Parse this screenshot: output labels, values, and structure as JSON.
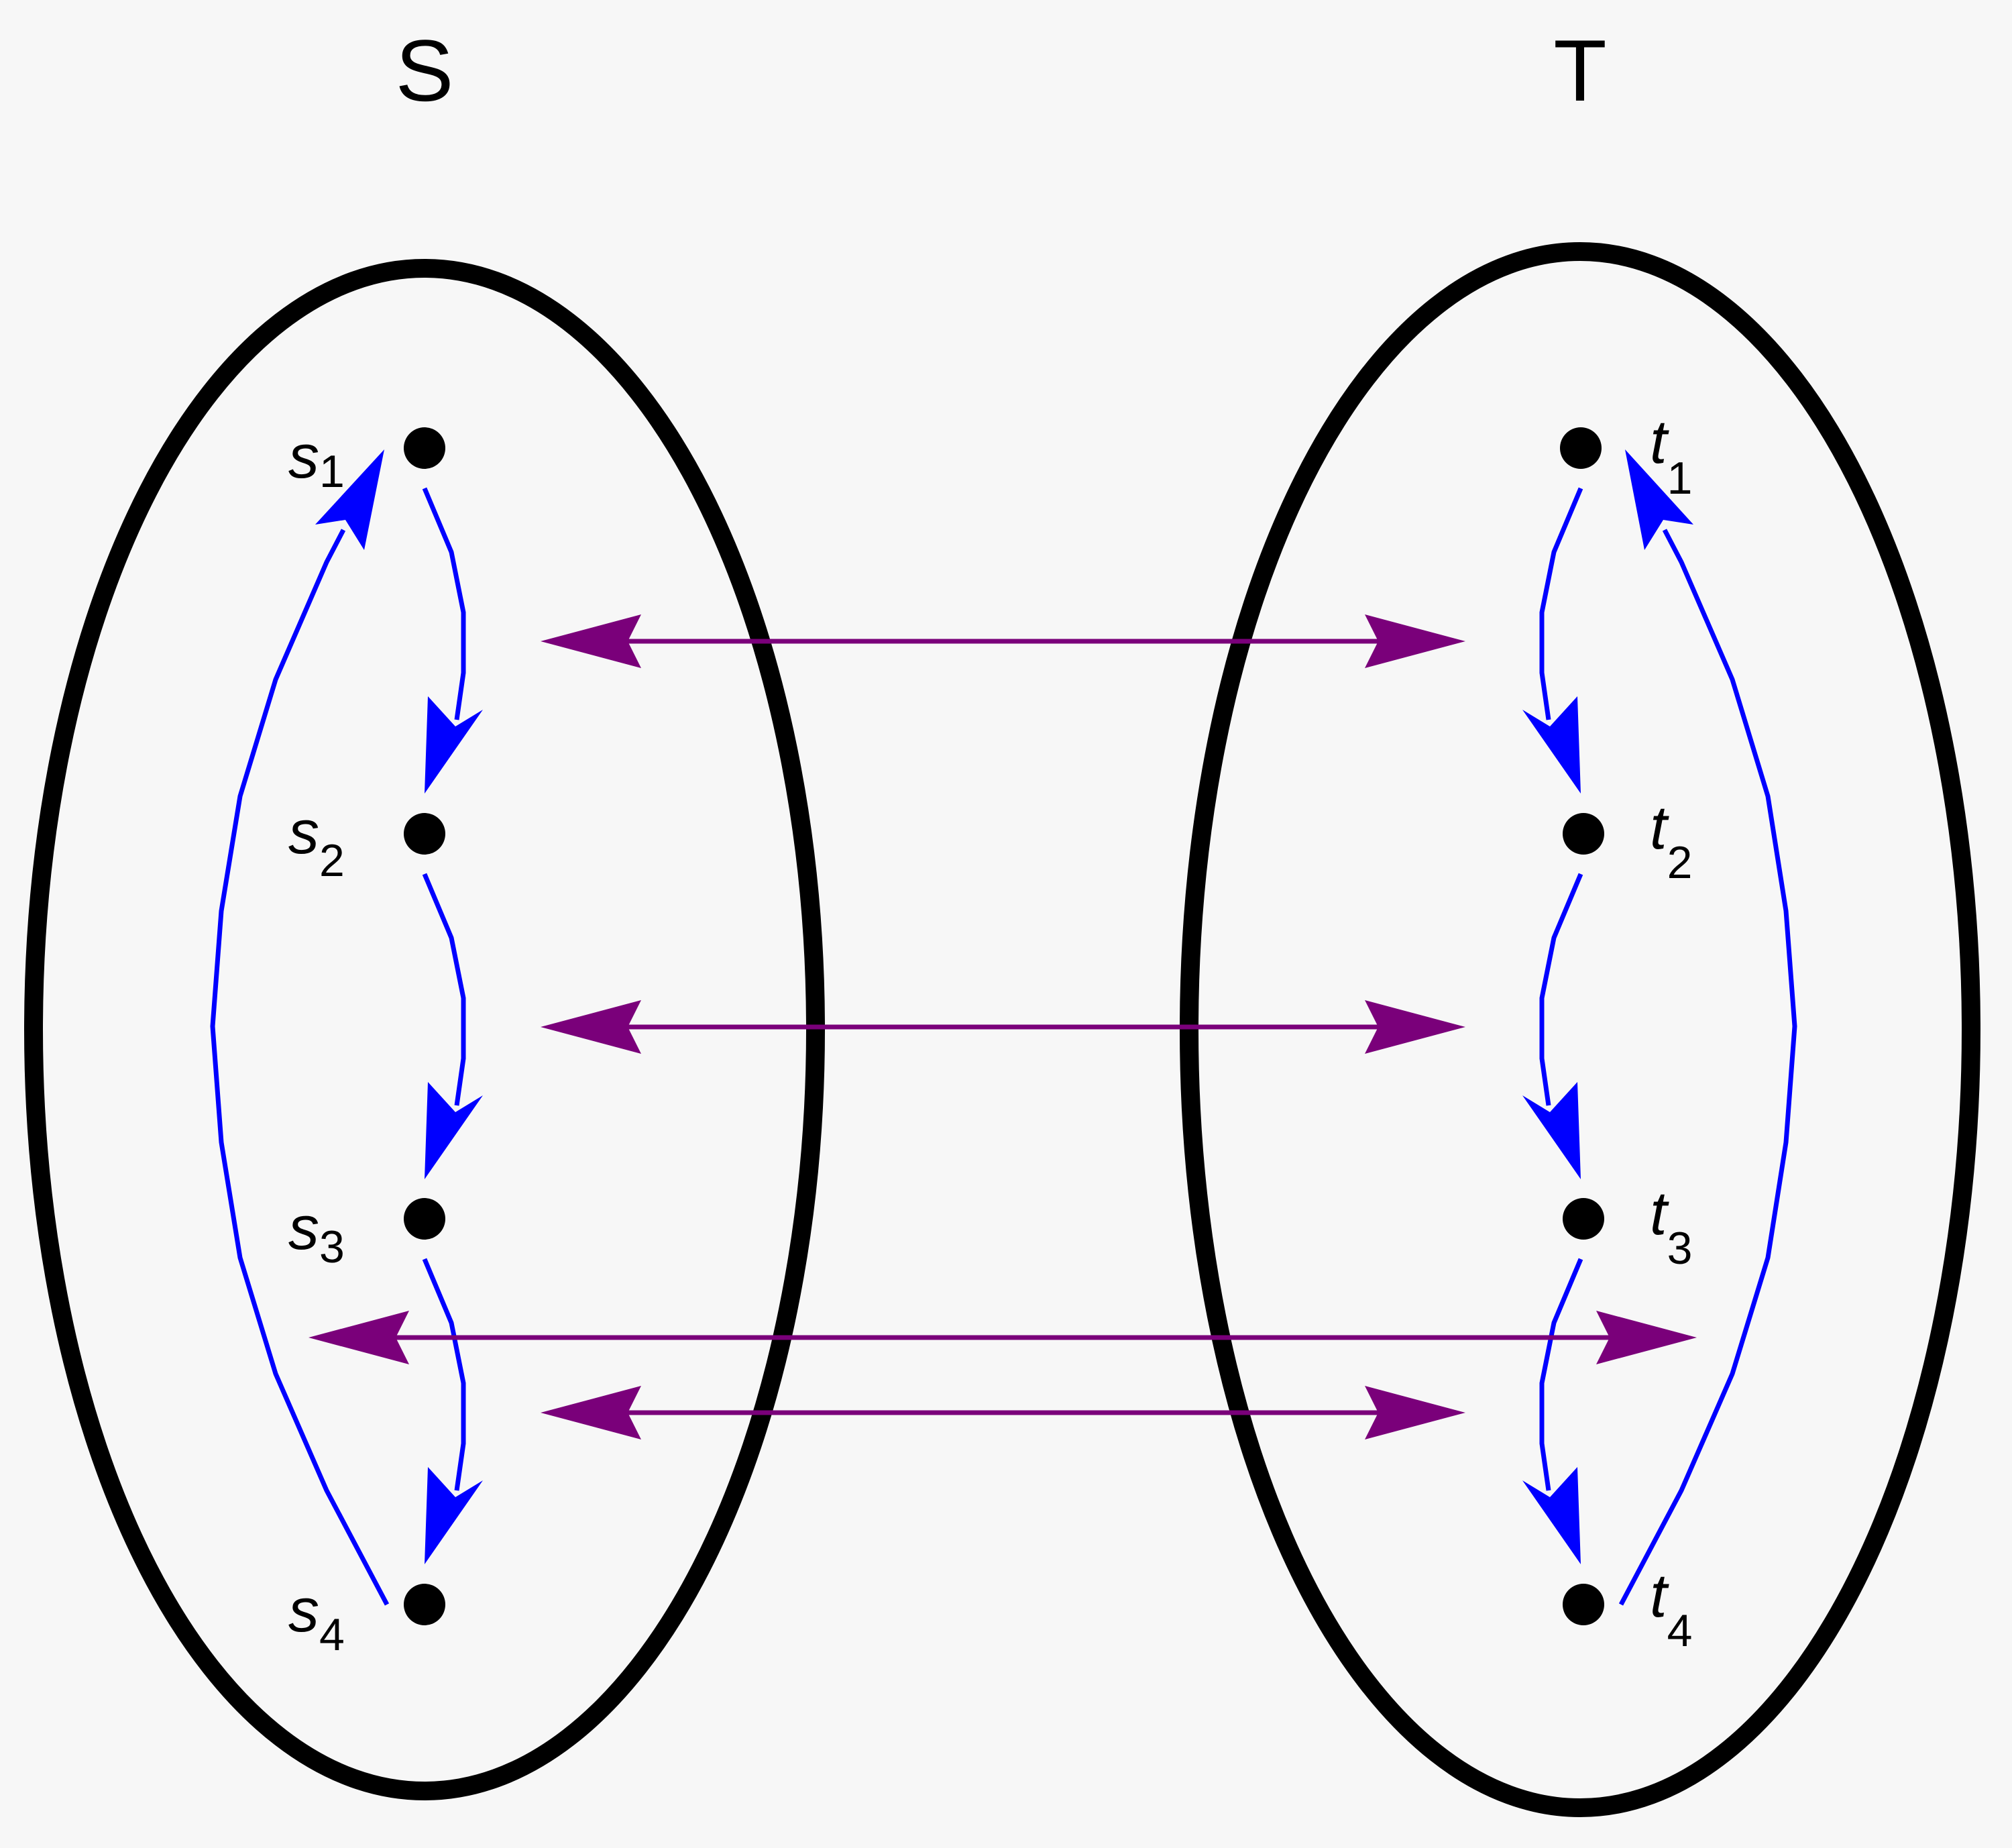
{
  "diagram": {
    "sets": [
      {
        "id": "S",
        "title": "S",
        "elements": [
          {
            "letter": "s",
            "index": "1"
          },
          {
            "letter": "s",
            "index": "2"
          },
          {
            "letter": "s",
            "index": "3"
          },
          {
            "letter": "s",
            "index": "4"
          }
        ]
      },
      {
        "id": "T",
        "title": "T",
        "elements": [
          {
            "letter": "t",
            "index": "1"
          },
          {
            "letter": "t",
            "index": "2"
          },
          {
            "letter": "t",
            "index": "3"
          },
          {
            "letter": "t",
            "index": "4"
          }
        ]
      }
    ],
    "cycle_arrows": [
      {
        "set": "S",
        "from": "s1",
        "to": "s2"
      },
      {
        "set": "S",
        "from": "s2",
        "to": "s3"
      },
      {
        "set": "S",
        "from": "s3",
        "to": "s4"
      },
      {
        "set": "S",
        "from": "s4",
        "to": "s1"
      },
      {
        "set": "T",
        "from": "t1",
        "to": "t2"
      },
      {
        "set": "T",
        "from": "t2",
        "to": "t3"
      },
      {
        "set": "T",
        "from": "t3",
        "to": "t4"
      },
      {
        "set": "T",
        "from": "t4",
        "to": "t1"
      }
    ],
    "correspondence_arrows": 4,
    "colors": {
      "background": "#f7f7f7",
      "ellipse": "#000000",
      "cycle_arrow": "#0000ff",
      "correspondence_arrow": "#7a007a",
      "point": "#000000"
    }
  }
}
